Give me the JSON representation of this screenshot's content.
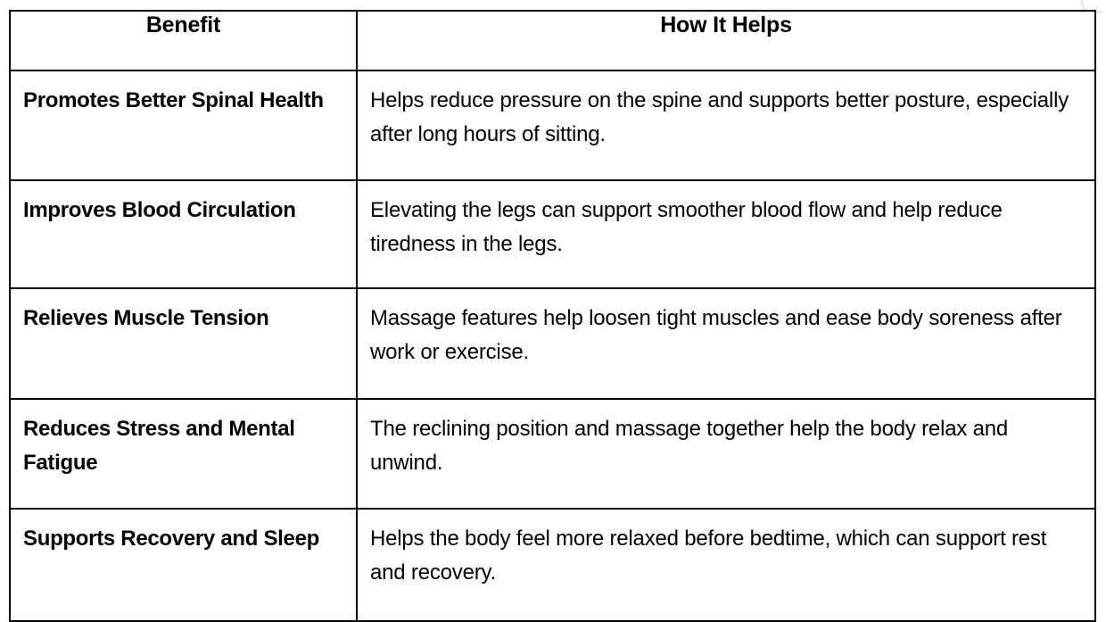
{
  "table": {
    "columns": [
      {
        "key": "benefit",
        "header": "Benefit",
        "align": "center"
      },
      {
        "key": "how_it_helps",
        "header": "How It Helps",
        "align": "center"
      }
    ],
    "headers": {
      "benefit": "Benefit",
      "how_it_helps": "How It Helps"
    },
    "rows": [
      {
        "benefit": "Promotes Better Spinal Health",
        "how_it_helps": "Helps reduce pressure on the spine and supports better posture, especially after long hours of sitting."
      },
      {
        "benefit": "Improves Blood Circulation",
        "how_it_helps": "Elevating the legs can support smoother blood flow and help reduce tiredness in the legs."
      },
      {
        "benefit": "Relieves Muscle Tension",
        "how_it_helps": "Massage features help loosen tight muscles and ease body soreness after work or exercise."
      },
      {
        "benefit": "Reduces Stress and Mental Fatigue",
        "how_it_helps": "The reclining position and massage together help the body relax and unwind."
      },
      {
        "benefit": "Supports Recovery and Sleep",
        "how_it_helps": "Helps the body feel more relaxed before bedtime, which can support rest and recovery."
      }
    ]
  },
  "style": {
    "border_color": "#000000",
    "text_color": "#000000",
    "background": "#ffffff"
  }
}
